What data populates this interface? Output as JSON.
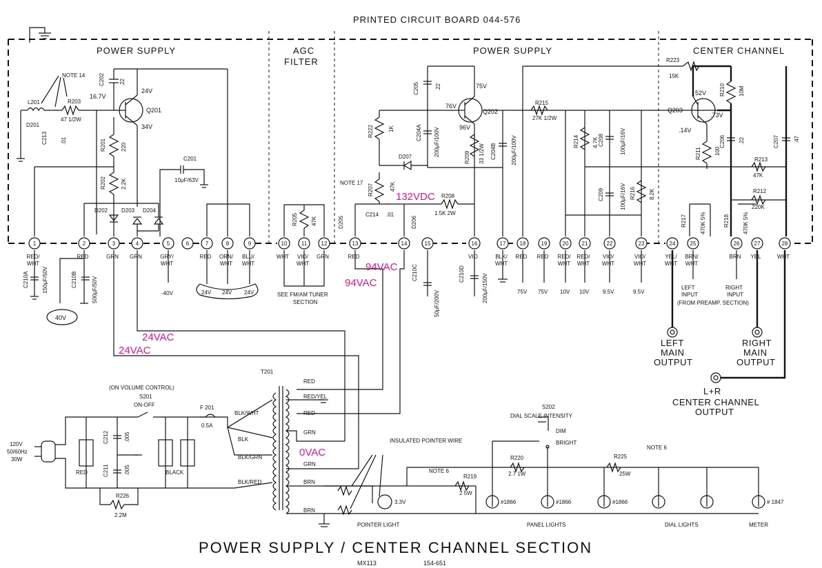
{
  "header": {
    "pcb_label": "PRINTED CIRCUIT BOARD 044-576"
  },
  "sections": {
    "power_supply_left": "POWER SUPPLY",
    "agc_filter_1": "AGC",
    "agc_filter_2": "FILTER",
    "power_supply_right": "POWER SUPPLY",
    "center_channel": "CENTER CHANNEL"
  },
  "footer": {
    "title": "POWER SUPPLY / CENTER CHANNEL SECTION",
    "model": "MX113",
    "part": "154-651"
  },
  "annotations": {
    "v132": "132VDC",
    "v94a": "94VAC",
    "v94b": "94VAC",
    "v24a": "24VAC",
    "v24b": "24VAC",
    "v0": "0VAC",
    "v40": "40V"
  },
  "terminals": [
    "1",
    "2",
    "3",
    "4",
    "5",
    "6",
    "7",
    "8",
    "9",
    "10",
    "11",
    "12",
    "13",
    "14",
    "15",
    "16",
    "17",
    "18",
    "19",
    "20",
    "21",
    "22",
    "23",
    "24",
    "25",
    "26",
    "27",
    "28"
  ],
  "wire_labels": {
    "t1": "RED/\nWHT",
    "t2": "RED",
    "t3": "GRN",
    "t4": "GRN",
    "t5": "GRY/\nWHT",
    "t7": "RED",
    "t8": "ORN/\nWHT",
    "t9": "BLU/\nWHT",
    "t10": "WHT",
    "t11": "VIO/\nWHT",
    "t12": "GRN",
    "t13": "RED",
    "t16": "VIO",
    "t17": "BLK/\nWHT",
    "t18": "RED",
    "t19": "RED",
    "t20": "RED/\nWHT",
    "t21": "RED/\nWHT",
    "t22": "VIO/\nWHT",
    "t23": "VIO/\nWHT",
    "t24": "YEL/\nWHT",
    "t25": "BRN/\nWHT",
    "t26": "BRN",
    "t27": "YEL",
    "t28": "WHT"
  },
  "voltages_bottom": {
    "m40": "-40V",
    "v24_1": "24V",
    "v24_2": "24V",
    "v24_3": "24V",
    "v75_1": "75V",
    "v75_2": "75V",
    "v10_1": "10V",
    "v10_2": "10V",
    "v95_1": "9.5V",
    "v95_2": "9.5V"
  },
  "components": {
    "q201": "Q201",
    "q202": "Q202",
    "q203": "Q203",
    "q201_24v": "24V",
    "q201_34v": "34V",
    "q201_167v": "16.7V",
    "q202_75v": "75V",
    "q202_76v": "76V",
    "q202_96v": "96V",
    "q203_52v": "52V",
    "q203_73v": ".73V",
    "q203_14v": ".14V",
    "note14": "NOTE 14",
    "note17": "NOTE 17",
    "note6a": "NOTE 6",
    "note6b": "NOTE 6",
    "l201": "L201",
    "d201": "D201",
    "r203": "R203",
    "r203v": "47  1/2W",
    "c213": "C213",
    "c213v": ".01",
    "c202": "C202",
    "c202v": ".22",
    "r201": "R201",
    "r201v": "220",
    "r202": "R202",
    "r202v": "2.2K",
    "c201": "C201",
    "c201v": "10µF/63V",
    "d202": "D202",
    "d203": "D203",
    "d204": "D204",
    "r205": "R205",
    "r205v": "47K",
    "c205": "C205",
    "c205v": ".22",
    "r222": "R222",
    "r222v": "1K",
    "c204a": "C204A",
    "c204av": "200µF/100V",
    "r209": "R209",
    "r209v": "33  1/2W",
    "c204b": "C204B",
    "c204bv": "200µF/100V",
    "d207": "D207",
    "r207": "R207",
    "r207v": "47K",
    "r208": "R208",
    "r208v": "1.5K  2W",
    "d205": "D205",
    "d206": "D206",
    "c214": "C214",
    "c214v": ".01",
    "r215": "R215",
    "r215v": "27K  1/2W",
    "r214": "R214",
    "r214v": "4.7K",
    "c208": "C208",
    "c208v": "100µF/16V",
    "c209": "C209",
    "c209v": "100µF/16V",
    "r216": "R216",
    "r216v": "8.2K",
    "r223": "R223",
    "r223v": "15K",
    "r210": "R210",
    "r210v": "10M",
    "r211": "R211",
    "r211v": "100",
    "c206": "C206",
    "c206v": ".22",
    "c207": "C207",
    "c207v": ".47",
    "r213": "R213",
    "r213v": "47K",
    "r212": "R212",
    "r212v": "220K",
    "r217": "R217",
    "r217v": "470K 5%",
    "r218": "R218",
    "r218v": "470K 5%",
    "c210a": "C210A",
    "c210av": "150µF/50V",
    "c210b": "C210B",
    "c210bv": "500µF/50V",
    "c210c": "C210C",
    "c210cv": "50µF/200V",
    "c210d": "C210D",
    "c210dv": "200µF/150V",
    "fmam": "SEE FM/AM TUNER",
    "fmam2": "SECTION",
    "left_input": "LEFT",
    "left_input2": "INPUT",
    "right_input": "RIGHT",
    "right_input2": "INPUT",
    "from_preamp": "(FROM PREAMP. SECTION)",
    "left_main": "LEFT",
    "left_main2": "MAIN",
    "left_main3": "OUTPUT",
    "right_main": "RIGHT",
    "right_main2": "MAIN",
    "right_main3": "OUTPUT",
    "lr": "L+R",
    "center_out": "CENTER CHANNEL",
    "center_out2": "OUTPUT",
    "t201": "T201",
    "on_vol": "(ON VOLUME CONTROL)",
    "s201": "S201",
    "onoff": "ON-OFF",
    "f201": "F 201",
    "f201v": "0.5A",
    "mains1": "120V",
    "mains2": "50/60Hz",
    "mains3": "30W",
    "c212": "C212",
    "c212v": ".005",
    "c211": "C211",
    "c211v": ".005",
    "red_cap": "RED",
    "black_cap": "BLACK",
    "r226": "R226",
    "r226v": "2.2M",
    "blkwht": "BLK/WHT",
    "blk": "BLK",
    "blkgrn": "BLK/GRN",
    "blkred": "BLK/RED",
    "sec_red": "RED",
    "sec_redyel": "RED/YEL",
    "sec_red2": "RED",
    "sec_grn": "GRN",
    "sec_grn2": "GRN",
    "brn1": "BRN",
    "brn2": "BRN",
    "insulated": "INSULATED POINTER WIRE",
    "s202": "S202",
    "dial_int": "DIAL SCALE INTENSITY",
    "dim": "DIM",
    "bright": "BRIGHT",
    "r220": "R220",
    "r220v": "2.7  1W",
    "r219": "R219",
    "r219v": "2  5W",
    "r225": "R225",
    "r225v": "25W",
    "lamp33": "3.3V",
    "pointer_light": "POINTER LIGHT",
    "l1866a": "#1866",
    "l1866b": "#1866",
    "l1866c": "#1866",
    "l1847": "# 1847",
    "panel_lights": "PANEL LIGHTS",
    "dial_lights": "DIAL LIGHTS",
    "meter": "METER"
  }
}
